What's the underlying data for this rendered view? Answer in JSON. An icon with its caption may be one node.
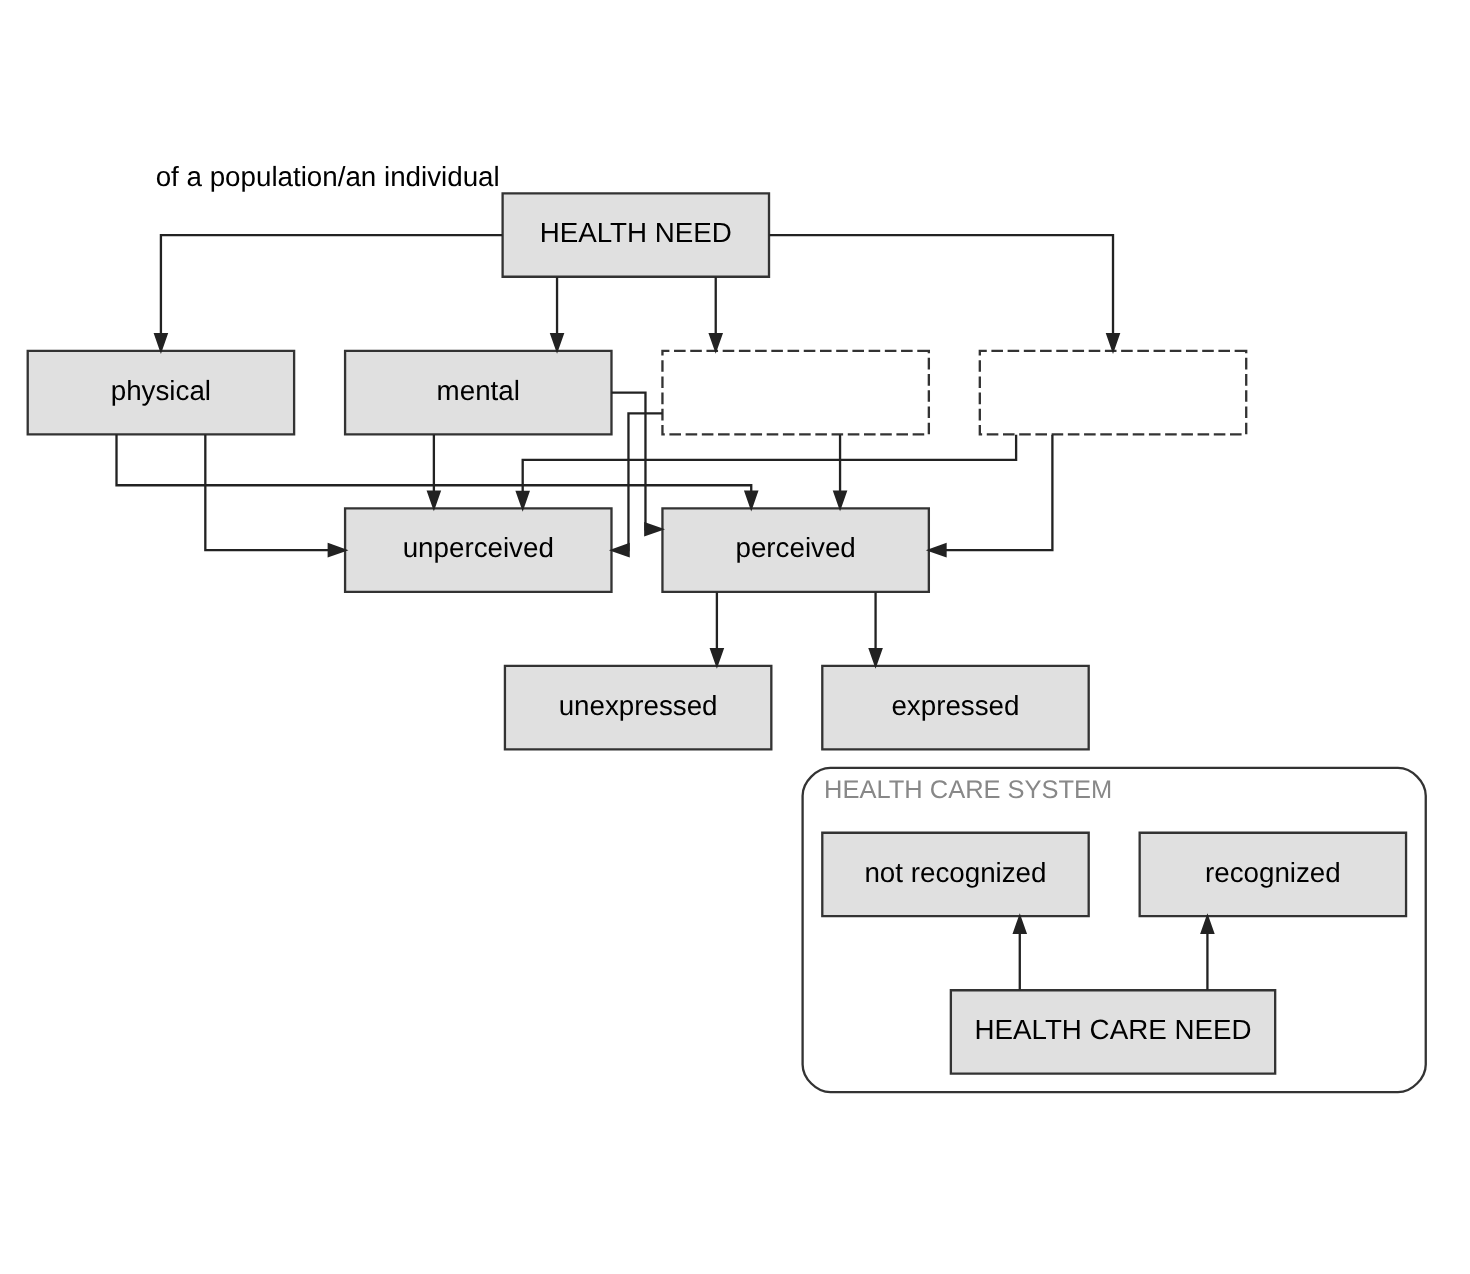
{
  "diagram": {
    "nodes": [
      {
        "text": [
          "HEALTH NEED"
        ],
        "beside": [
          "of a population/an individual"
        ]
      },
      {
        "text": [
          "physical"
        ]
      },
      {
        "text": [
          "mental"
        ]
      },
      {
        "text": [],
        "shape": "box"
      },
      {
        "text": [],
        "shape": "box"
      },
      {
        "text": [
          "unperceived"
        ]
      },
      {
        "text": [
          "perceived"
        ]
      },
      {
        "text": [
          "unexpressed"
        ]
      },
      {
        "text": [
          "expressed"
        ]
      },
      {
        "text": [
          "HEALTH CARE SYSTEM"
        ]
      },
      {
        "text": [
          "recognized"
        ],
        "in": 9
      },
      {
        "text": [
          "not recognized"
        ],
        "in": 9
      },
      {
        "text": [
          "HEALTH CARE NEED"
        ],
        "in": 9
      }
    ],
    "edges": [
      {
        "from": 0,
        "to": 1,
        "arrow": "to"
      },
      {
        "from": 0,
        "to": 2,
        "arrow": "to"
      },
      {
        "from": 0,
        "to": 3,
        "arrow": "to"
      },
      {
        "from": 0,
        "to": 4,
        "arrow": "to"
      },
      {
        "from": 1,
        "to": 5,
        "arrow": "to"
      },
      {
        "from": 1,
        "to": 6,
        "arrow": "to"
      },
      {
        "from": 2,
        "to": 5,
        "arrow": "to"
      },
      {
        "from": 2,
        "to": 6,
        "arrow": "to"
      },
      {
        "from": 3,
        "to": 5,
        "arrow": "to"
      },
      {
        "from": 3,
        "to": 6,
        "arrow": "to"
      },
      {
        "from": 4,
        "to": 5,
        "arrow": "to"
      },
      {
        "from": 4,
        "to": 6,
        "arrow": "to"
      },
      {
        "from": 6,
        "to": 7,
        "arrow": "to"
      },
      {
        "from": 6,
        "to": 8,
        "arrow": "to"
      },
      {
        "from": 12,
        "to": 10,
        "arrow": "to"
      },
      {
        "from": 12,
        "to": 11,
        "arrow": "to"
      }
    ]
  }
}
